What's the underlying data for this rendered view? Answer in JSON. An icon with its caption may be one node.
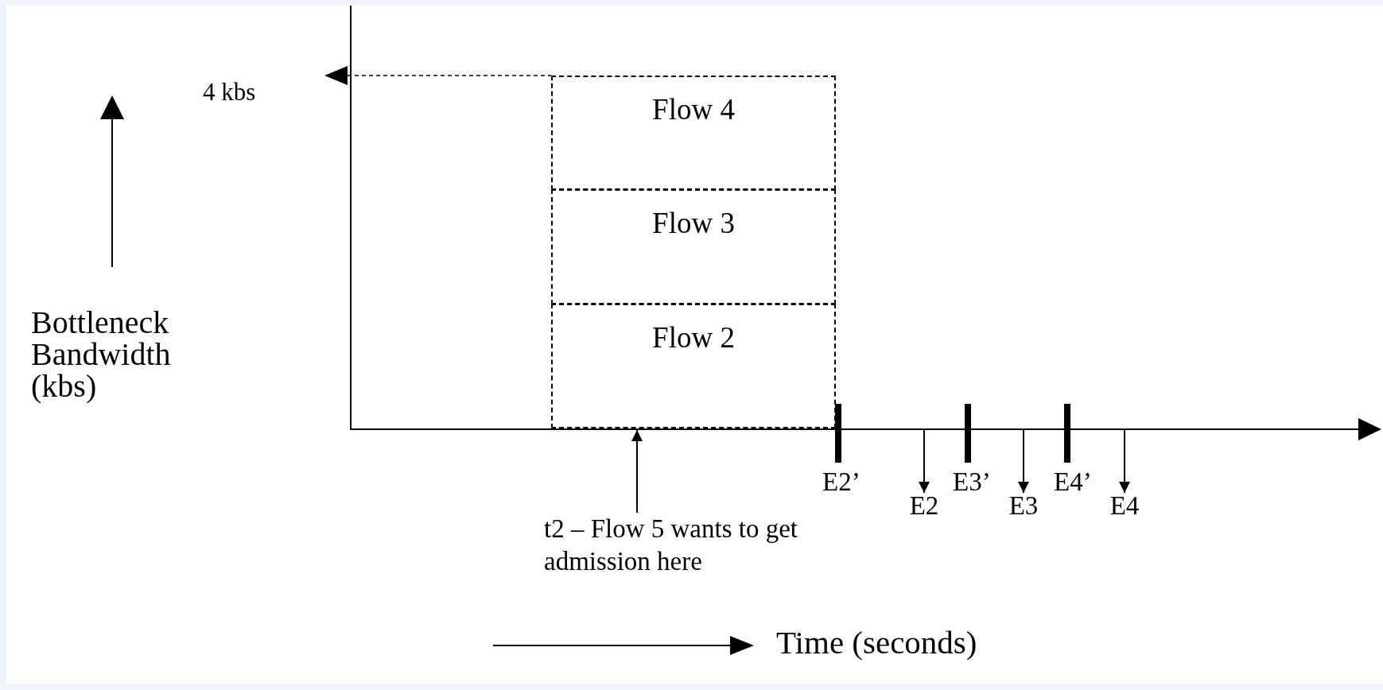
{
  "diagram": {
    "nodes": [
      {
        "text": [
          "Flow 4"
        ]
      },
      {
        "text": [
          "Flow 3"
        ]
      },
      {
        "text": [
          "Flow 2"
        ]
      },
      {
        "text": [
          "t2 – Flow 5 wants to get admission here"
        ]
      },
      {
        "text": [
          "E2"
        ]
      },
      {
        "text": [
          "E3"
        ]
      },
      {
        "text": [
          "E4"
        ]
      },
      {
        "text": [],
        "shape": "bar"
      }
    ],
    "edges": [
      {
        "from": 3,
        "to": 7,
        "arrow": "to"
      },
      {
        "from": 7,
        "to": 4,
        "arrow": "to"
      },
      {
        "from": 7,
        "to": 5,
        "arrow": "to"
      },
      {
        "from": 7,
        "to": 6,
        "arrow": "to"
      }
    ],
    "labels": [
      "4 kbs",
      "Bottleneck Bandwidth (kbs)",
      "E2’",
      "E3’",
      "E4’",
      "Time (seconds)"
    ]
  }
}
